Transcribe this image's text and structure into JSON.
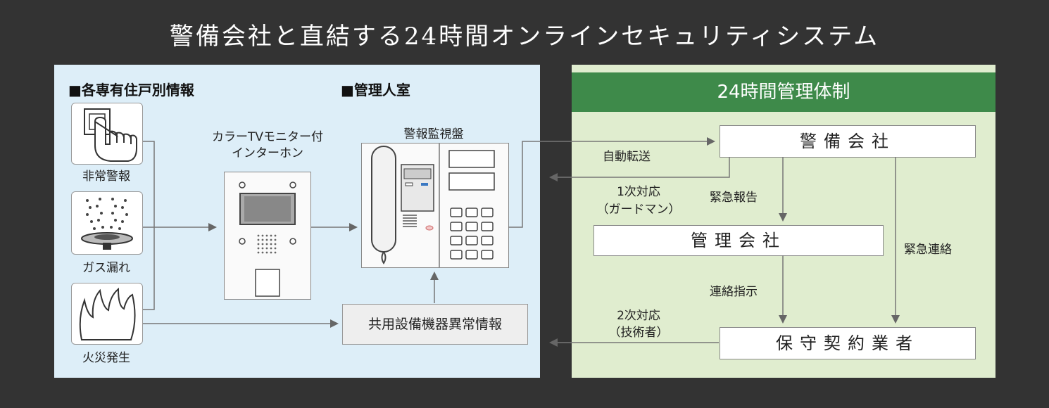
{
  "title": "警備会社と直結する24時間オンラインセキュリティシステム",
  "left": {
    "heading_units": "■各専有住戸別情報",
    "heading_office": "■管理人室",
    "sensor_alarm": "非常警報",
    "sensor_gas": "ガス漏れ",
    "sensor_fire": "火災発生",
    "intercom_line1": "カラーTVモニター付",
    "intercom_line2": "インターホン",
    "monitor_panel": "警報監視盤",
    "common_equipment": "共用設備機器異常情報"
  },
  "right": {
    "header": "24時間管理体制",
    "security_company": "警備会社",
    "management_company": "管理会社",
    "maintenance_contractor": "保守契約業者",
    "auto_transfer": "自動転送",
    "first_response_line1": "1次対応",
    "first_response_line2": "（ガードマン）",
    "emergency_report": "緊急報告",
    "emergency_contact": "緊急連絡",
    "contact_instruction": "連絡指示",
    "second_response_line1": "2次対応",
    "second_response_line2": "（技術者）"
  },
  "colors": {
    "background": "#333333",
    "left_panel": "#ddeef8",
    "right_panel": "#e0edcf",
    "header_green": "#3e8a4a"
  }
}
